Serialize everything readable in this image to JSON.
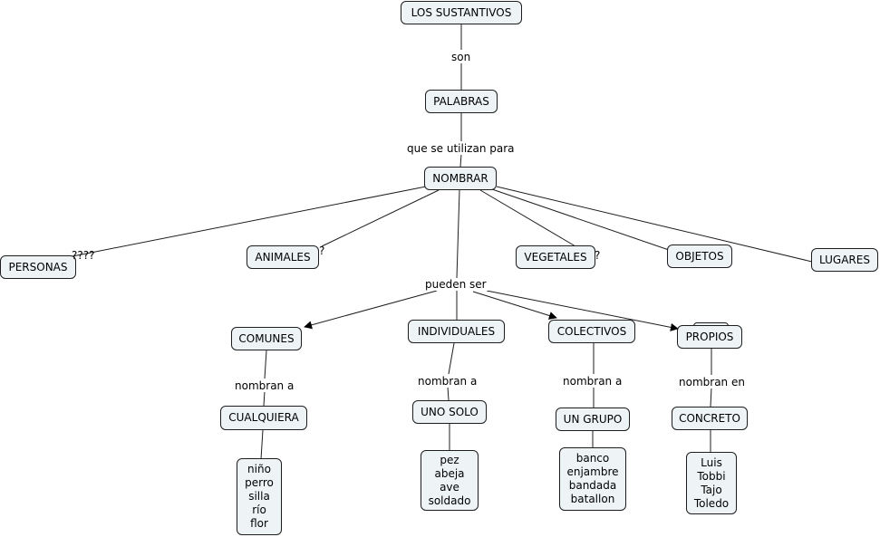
{
  "concepts": {
    "sustantivos": "LOS SUSTANTIVOS",
    "palabras": "PALABRAS",
    "nombrar": "NOMBRAR",
    "personas": "PERSONAS",
    "animales": "ANIMALES",
    "vegetales": "VEGETALES",
    "objetos": "OBJETOS",
    "lugares": "LUGARES",
    "comunes": "COMUNES",
    "individuales": "INDIVIDUALES",
    "colectivos": "COLECTIVOS",
    "propios": "PROPIOS",
    "cualquiera": "CUALQUIERA",
    "uno_solo": "UNO SOLO",
    "un_grupo": "UN GRUPO",
    "concreto": "CONCRETO",
    "ej_comunes": "niño\nperro\nsilla\nrío\nflor",
    "ej_individuales": "pez\nabeja\nave\nsoldado",
    "ej_colectivos": "banco\nenjambre\nbandada\nbatallon",
    "ej_propios": "Luis\nTobbi\nTajo\nToledo"
  },
  "links": {
    "son": "son",
    "utilizan": "que se utilizan para",
    "pueden": "pueden ser",
    "nombran_comunes": "nombran a",
    "nombran_individuales": "nombran a",
    "nombran_colectivos": "nombran a",
    "nombran_propios": "nombran en"
  },
  "marks": {
    "personas": "????",
    "animales": "?",
    "vegetales": "?"
  },
  "colors": {
    "node_fill": "#eef3f6",
    "line": "#1e1e1e"
  }
}
